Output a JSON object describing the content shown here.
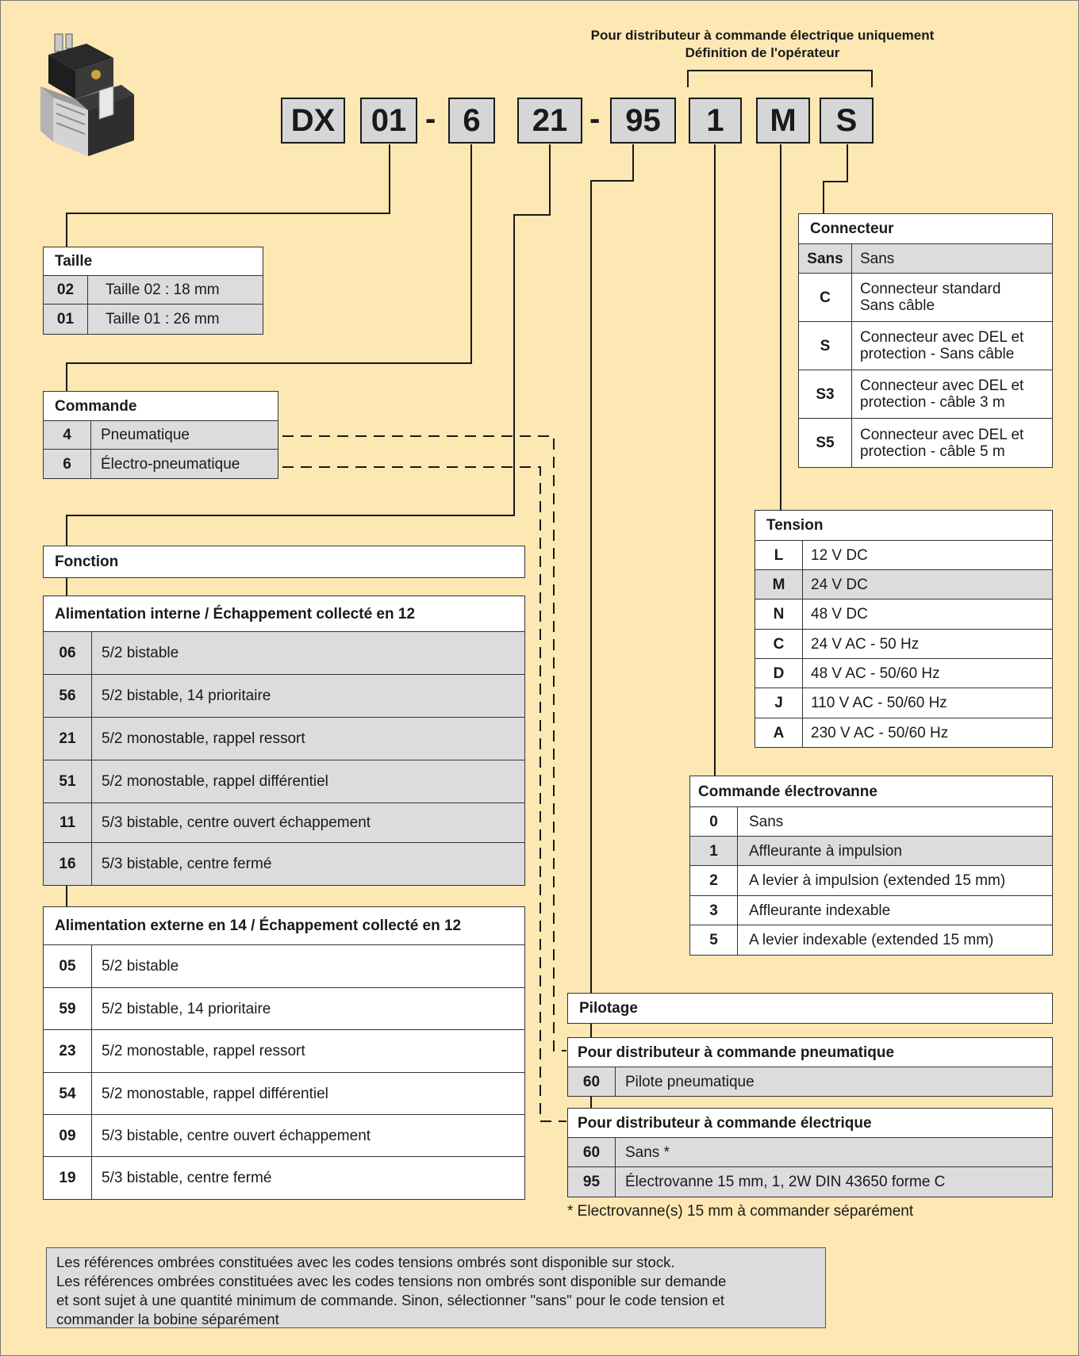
{
  "header": {
    "line1": "Pour distributeur à commande électrique uniquement",
    "line2": "Définition de l'opérateur"
  },
  "code": {
    "parts": [
      "DX",
      "01",
      "6",
      "21",
      "95",
      "1",
      "M",
      "S"
    ],
    "separator": "-"
  },
  "taille": {
    "title": "Taille",
    "rows": [
      {
        "code": "02",
        "label": "Taille 02 : 18 mm"
      },
      {
        "code": "01",
        "label": "Taille 01 : 26 mm"
      }
    ]
  },
  "commande": {
    "title": "Commande",
    "rows": [
      {
        "code": "4",
        "label": "Pneumatique"
      },
      {
        "code": "6",
        "label": "Électro-pneumatique"
      }
    ]
  },
  "fonction": {
    "title": "Fonction",
    "interne": {
      "title": "Alimentation interne / Échappement collecté en 12",
      "rows": [
        {
          "code": "06",
          "label": "5/2 bistable"
        },
        {
          "code": "56",
          "label": "5/2 bistable, 14 prioritaire"
        },
        {
          "code": "21",
          "label": "5/2 monostable, rappel ressort"
        },
        {
          "code": "51",
          "label": "5/2 monostable, rappel différentiel"
        },
        {
          "code": "11",
          "label": "5/3 bistable, centre ouvert échappement"
        },
        {
          "code": "16",
          "label": "5/3 bistable, centre fermé"
        }
      ]
    },
    "externe": {
      "title": "Alimentation externe en 14 / Échappement collecté en 12",
      "rows": [
        {
          "code": "05",
          "label": "5/2 bistable"
        },
        {
          "code": "59",
          "label": "5/2 bistable, 14 prioritaire"
        },
        {
          "code": "23",
          "label": "5/2 monostable, rappel ressort"
        },
        {
          "code": "54",
          "label": "5/2 monostable, rappel différentiel"
        },
        {
          "code": "09",
          "label": "5/3 bistable, centre ouvert échappement"
        },
        {
          "code": "19",
          "label": "5/3 bistable, centre fermé"
        }
      ]
    }
  },
  "connecteur": {
    "title": "Connecteur",
    "rows": [
      {
        "code": "Sans",
        "label1": "Sans",
        "label2": ""
      },
      {
        "code": "C",
        "label1": "Connecteur standard",
        "label2": "Sans câble"
      },
      {
        "code": "S",
        "label1": "Connecteur avec DEL et",
        "label2": "protection - Sans câble"
      },
      {
        "code": "S3",
        "label1": "Connecteur avec DEL et",
        "label2": "protection - câble 3 m"
      },
      {
        "code": "S5",
        "label1": "Connecteur avec DEL et",
        "label2": "protection - câble 5 m"
      }
    ]
  },
  "tension": {
    "title": "Tension",
    "rows": [
      {
        "code": "L",
        "label": "12 V DC"
      },
      {
        "code": "M",
        "label": "24 V DC"
      },
      {
        "code": "N",
        "label": "48 V DC"
      },
      {
        "code": "C",
        "label": "24 V AC - 50 Hz"
      },
      {
        "code": "D",
        "label": "48 V AC - 50/60 Hz"
      },
      {
        "code": "J",
        "label": "110 V AC - 50/60 Hz"
      },
      {
        "code": "A",
        "label": "230 V AC - 50/60 Hz"
      }
    ]
  },
  "electrovanne": {
    "title": "Commande électrovanne",
    "rows": [
      {
        "code": "0",
        "label": "Sans"
      },
      {
        "code": "1",
        "label": "Affleurante à impulsion"
      },
      {
        "code": "2",
        "label": "A levier à impulsion (extended 15 mm)"
      },
      {
        "code": "3",
        "label": "Affleurante indexable"
      },
      {
        "code": "5",
        "label": "A levier indexable (extended 15 mm)"
      }
    ]
  },
  "pilotage": {
    "title": "Pilotage",
    "pneumatique": {
      "title": "Pour distributeur à commande pneumatique",
      "rows": [
        {
          "code": "60",
          "label": "Pilote pneumatique"
        }
      ]
    },
    "electrique": {
      "title": "Pour distributeur à commande électrique",
      "rows": [
        {
          "code": "60",
          "label": "Sans *"
        },
        {
          "code": "95",
          "label": "Électrovanne 15 mm, 1, 2W DIN 43650 forme C"
        }
      ]
    }
  },
  "footnote": "* Electrovanne(s) 15 mm à commander séparément",
  "note": {
    "lines": [
      "Les références ombrées constituées avec les codes tensions ombrés sont disponible sur stock.",
      "Les références ombrées constituées avec les codes tensions non ombrés sont disponible sur demande",
      "et sont sujet à une quantité minimum de commande. Sinon, sélectionner \"sans\" pour le code tension et",
      "commander la bobine séparément"
    ]
  },
  "colors": {
    "background": "#fde7b3",
    "shaded_row": "#dcdcdc",
    "code_box": "#d6d6d6"
  }
}
